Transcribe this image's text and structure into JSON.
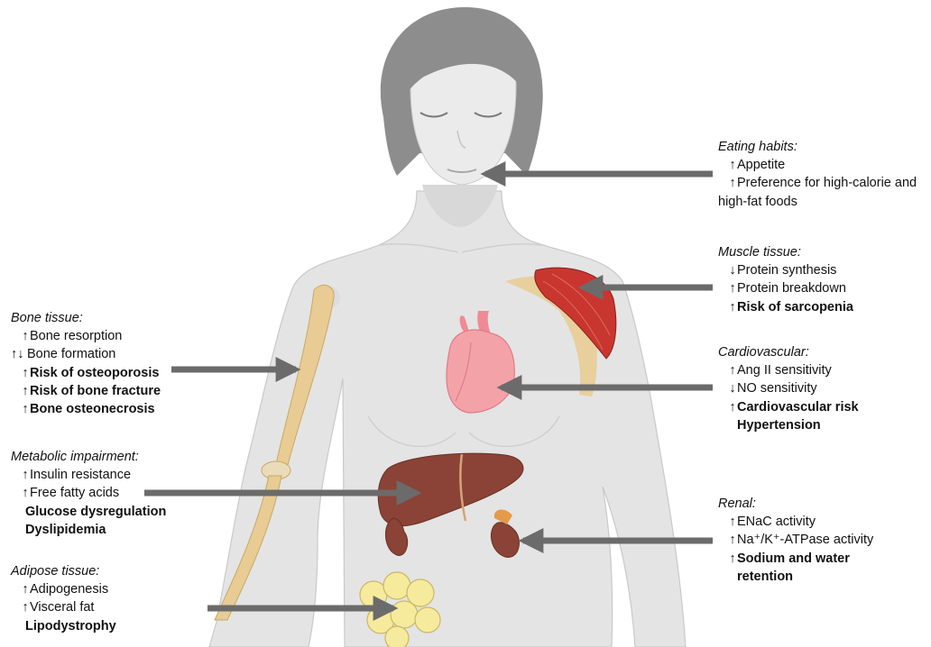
{
  "arrows": {
    "up": "↑",
    "down": "↓",
    "updown": "↑↓"
  },
  "colors": {
    "arrow": "#6b6b6b",
    "skin": "#e4e4e4",
    "hair": "#8d8d8d",
    "bone": "#e8cc94",
    "muscle": "#c8362f",
    "heart": "#f3a3a8",
    "liver": "#8a4336",
    "fat": "#f6ea9c"
  },
  "eating": {
    "heading": "Eating habits:",
    "l1": "Appetite",
    "l2": "Preference for high-calorie and",
    "l3": "high-fat foods"
  },
  "muscle": {
    "heading": "Muscle tissue:",
    "l1": "Protein synthesis",
    "l2": "Protein breakdown",
    "l3": "Risk of sarcopenia"
  },
  "bone": {
    "heading": "Bone tissue:",
    "l1": "Bone resorption",
    "l2": "Bone formation",
    "l3": "Risk of osteoporosis",
    "l4": "Risk of bone fracture",
    "l5": "Bone osteonecrosis"
  },
  "cardio": {
    "heading": "Cardiovascular:",
    "l1": "Ang II sensitivity",
    "l2": "NO sensitivity",
    "l3": "Cardiovascular risk",
    "l4": "Hypertension"
  },
  "metabolic": {
    "heading": "Metabolic impairment:",
    "l1": "Insulin resistance",
    "l2": "Free fatty acids",
    "l3": "Glucose dysregulation",
    "l4": "Dyslipidemia"
  },
  "renal": {
    "heading": "Renal:",
    "l1": "ENaC activity",
    "l2": "Na⁺/K⁺-ATPase activity",
    "l3": "Sodium and water",
    "l4": "retention"
  },
  "adipose": {
    "heading": "Adipose tissue:",
    "l1": "Adipogenesis",
    "l2": "Visceral fat",
    "l3": "Lipodystrophy"
  }
}
